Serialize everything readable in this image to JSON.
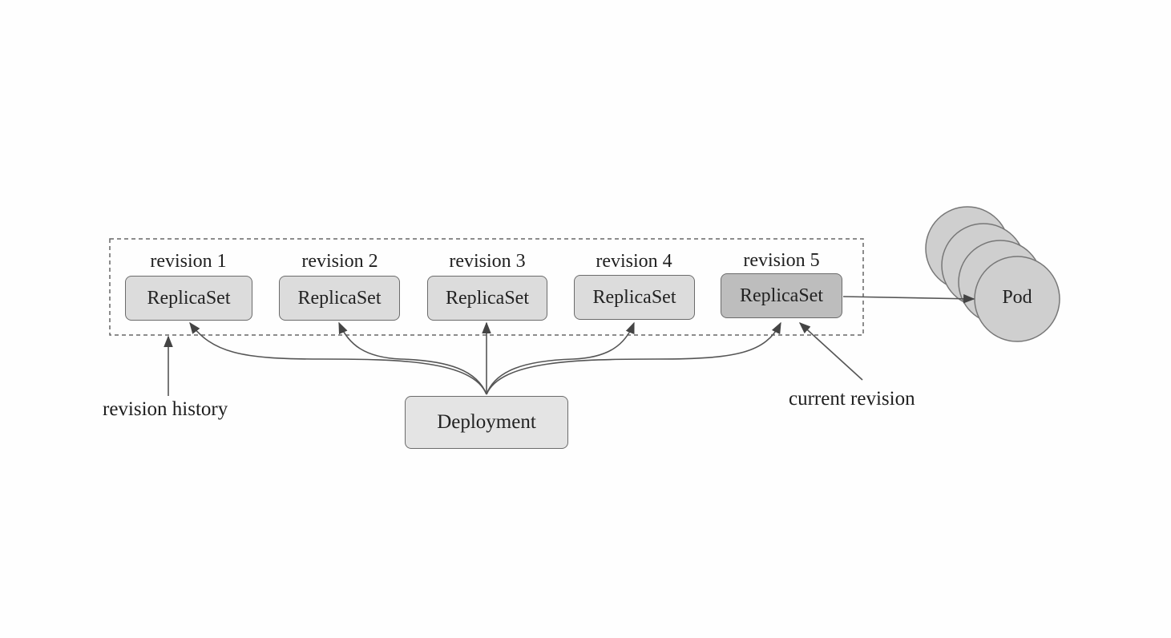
{
  "revisions": [
    {
      "label": "revision 1",
      "box": "ReplicaSet",
      "current": false
    },
    {
      "label": "revision 2",
      "box": "ReplicaSet",
      "current": false
    },
    {
      "label": "revision 3",
      "box": "ReplicaSet",
      "current": false
    },
    {
      "label": "revision 4",
      "box": "ReplicaSet",
      "current": false
    },
    {
      "label": "revision 5",
      "box": "ReplicaSet",
      "current": true
    }
  ],
  "deployment": {
    "label": "Deployment"
  },
  "pod": {
    "label": "Pod"
  },
  "annotations": {
    "revision_history": "revision history",
    "current_revision": "current revision"
  },
  "colors": {
    "box_fill": "#dcdcdc",
    "current_box_fill": "#bdbdbd",
    "pod_fill": "#cfcfcf",
    "stroke": "#555555"
  }
}
